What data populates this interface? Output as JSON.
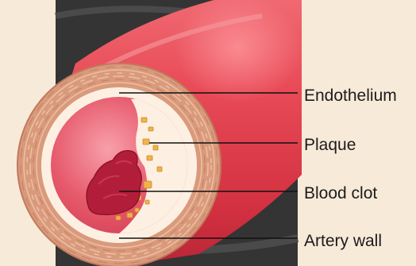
{
  "diagram": {
    "labels": {
      "endothelium": "Endothelium",
      "plaque": "Plaque",
      "blood_clot": "Blood clot",
      "artery_wall": "Artery wall"
    },
    "colors": {
      "background": "#f8ead8",
      "dark_backdrop": "#343434",
      "artery_red": "#e0434e",
      "artery_wall": "#d99a7c",
      "endothelium": "#fdf0e2",
      "lumen": "#e8546a",
      "clot": "#b21e3a",
      "plaque": "#f0b24a"
    }
  }
}
